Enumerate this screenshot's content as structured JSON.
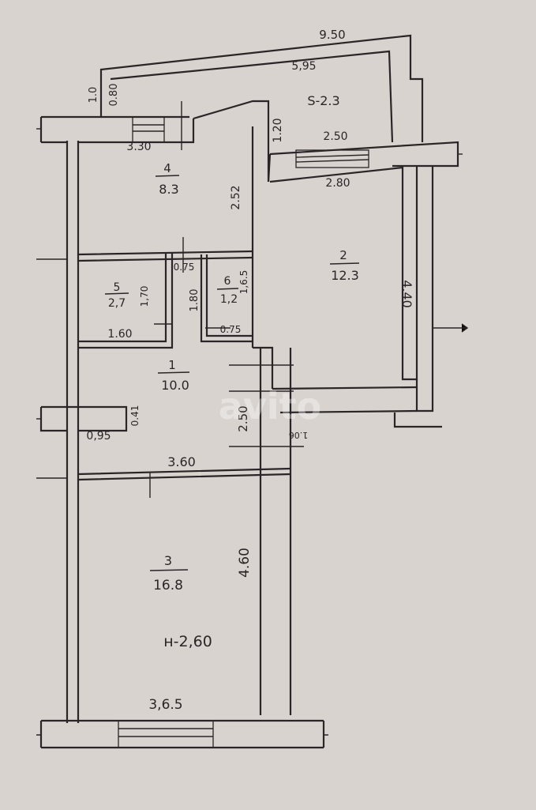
{
  "rooms": [
    {
      "number": "1",
      "area": "10.0"
    },
    {
      "number": "2",
      "area": "12.3"
    },
    {
      "number": "3",
      "area": "16.8"
    },
    {
      "number": "4",
      "area": "8.3"
    },
    {
      "number": "5",
      "area": "2,7"
    },
    {
      "number": "6",
      "area": "1,2"
    }
  ],
  "balcony_area": "S-2.3",
  "ceiling_height": "н-2,60",
  "dimensions": {
    "d950": "9.50",
    "d595": "5,95",
    "d10": "1.0",
    "d080": "0.80",
    "d330": "3.30",
    "d120": "1.20",
    "d250a": "2.50",
    "d280": "2.80",
    "d252": "2.52",
    "d075a": "0.75",
    "d165": "1,6.5",
    "d170": "1,70",
    "d180": "1.80",
    "d160": "1.60",
    "d075b": "0.75",
    "d440": "4.40",
    "d041": "0.41",
    "d095": "0,95",
    "d250b": "2.50",
    "d106": "1.06",
    "d360": "3.60",
    "d460": "4.60",
    "d365": "3,6.5"
  },
  "watermark": "avito"
}
